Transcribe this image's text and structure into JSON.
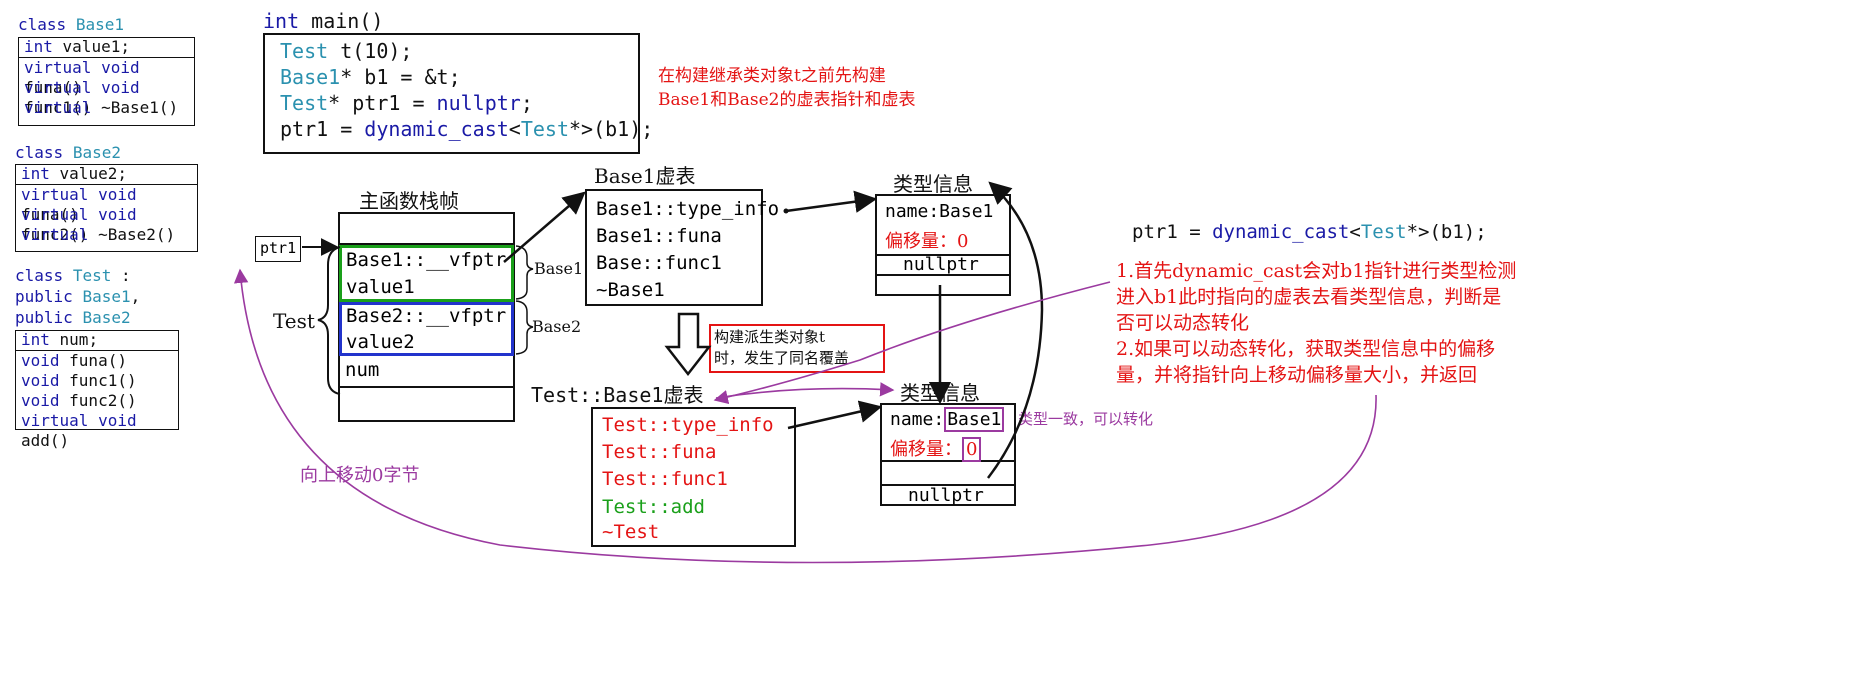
{
  "class_base1": {
    "header_kw": "class",
    "header_name": "Base1",
    "members": [
      {
        "kw": "int",
        "rest": " value1;"
      },
      {
        "kw": "virtual void",
        "rest": " funa()"
      },
      {
        "kw": "virtual void",
        "rest": " func1()"
      },
      {
        "kw": "virtual",
        "rest": " ~Base1()"
      }
    ]
  },
  "class_base2": {
    "header_kw": "class",
    "header_name": "Base2",
    "members": [
      {
        "kw": "int",
        "rest": " value2;"
      },
      {
        "kw": "virtual void",
        "rest": " funa()"
      },
      {
        "kw": "virtual void",
        "rest": " func2()"
      },
      {
        "kw": "virtual",
        "rest": " ~Base2()"
      }
    ]
  },
  "class_test": {
    "line1_kw": "class",
    "line1_name": "Test",
    "line1_rest": " :",
    "line2_kw": "public",
    "line2_name": "Base1",
    "line2_rest": ",",
    "line3_kw": "public",
    "line3_name": "Base2",
    "members": [
      {
        "kw": "int",
        "rest": " num;"
      },
      {
        "kw": "void",
        "rest": " funa()"
      },
      {
        "kw": "void",
        "rest": " func1()"
      },
      {
        "kw": "void",
        "rest": " func2()"
      },
      {
        "kw": "virtual void",
        "rest": " add()"
      }
    ]
  },
  "main_code": {
    "sig_kw": "int",
    "sig_rest": " main()",
    "lines": [
      {
        "a_ty": "Test",
        "a_rest": " t(10);",
        "b_kw": "",
        "b_ty": "",
        "b_rest": ""
      },
      {
        "a_ty": "Base1",
        "a_rest": "* b1 = &t;",
        "b_kw": "",
        "b_ty": "",
        "b_rest": ""
      },
      {
        "a_ty": "Test",
        "a_rest": "* ptr1 = ",
        "b_kw": "nullptr",
        "b_ty": "",
        "b_rest": ";"
      },
      {
        "a_ty": "",
        "a_rest": "ptr1 = ",
        "b_kw": "dynamic_cast",
        "b_ty": "Test",
        "b_rest": "*>(b1);"
      }
    ]
  },
  "note_top": {
    "line1": "在构建继承类对象t之前先构建",
    "line2": "Base1和Base2的虚表指针和虚表"
  },
  "stack_frame": {
    "title": "主函数栈帧",
    "ptr_label": "ptr1",
    "test_label": "Test",
    "base1_brace": "Base1",
    "base2_brace": "Base2",
    "cells": [
      "Base1::__vfptr",
      "value1",
      "Base2::__vfptr",
      "value2",
      "num",
      ""
    ]
  },
  "vtable_base1": {
    "title": "Base1虚表",
    "entries": [
      "Base1::type_info",
      "Base1::funa",
      "Base::func1",
      "~Base1"
    ]
  },
  "typeinfo_1": {
    "title": "类型信息",
    "name_label": "name:Base1",
    "offset_label": "偏移量：0",
    "next": "nullptr"
  },
  "derive_note": {
    "line1": "构建派生类对象t",
    "line2": "时，发生了同名覆盖"
  },
  "vtable_test": {
    "title": "Test::Base1虚表",
    "entries": [
      {
        "text": "Test::type_info",
        "color": "#e41414"
      },
      {
        "text": "Test::funa",
        "color": "#e41414"
      },
      {
        "text": "Test::func1",
        "color": "#e41414"
      },
      {
        "text": "Test::add",
        "color": "#1aa01a"
      },
      {
        "text": "~Test",
        "color": "#e41414"
      }
    ]
  },
  "typeinfo_2": {
    "title": "类型信息",
    "name_prefix": "name:",
    "name_value": "Base1",
    "offset_prefix": "偏移量：",
    "offset_value": "0",
    "next": "nullptr"
  },
  "match_note": "类型一致，可以转化",
  "move_note": "向上移动0字节",
  "right_code": {
    "prefix": "ptr1 = ",
    "kw": "dynamic_cast",
    "lt": "<",
    "ty": "Test",
    "rest": "*>(b1);"
  },
  "explanation": {
    "lines": [
      "1.首先dynamic_cast会对b1指针进行类型检测",
      "进入b1此时指向的虚表去看类型信息，判断是",
      "否可以动态转化",
      "2.如果可以动态转化，获取类型信息中的偏移",
      "量，并将指针向上移动偏移量大小，并返回"
    ]
  },
  "colors": {
    "keyword": "#1a1aa6",
    "type": "#2b91af",
    "red": "#e41414",
    "green": "#1aa01a",
    "blue_box": "#2233cc",
    "purple": "#9b3aa0"
  }
}
